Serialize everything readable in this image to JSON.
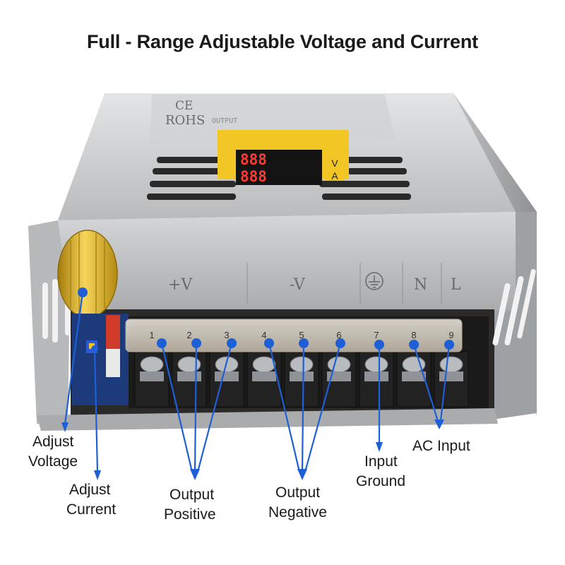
{
  "title": "Full - Range Adjustable Voltage and Current",
  "label_plate": {
    "ce": "CE",
    "rohs": "ROHS",
    "output": "OUTPUT"
  },
  "display": {
    "v_unit": "V",
    "a_unit": "A",
    "v_reading": "888",
    "a_reading": "888"
  },
  "panel_markings": [
    "+V",
    "-V",
    "N",
    "L"
  ],
  "terminals": [
    "1",
    "2",
    "3",
    "4",
    "5",
    "6",
    "7",
    "8",
    "9"
  ],
  "callouts": {
    "adjust_voltage": [
      "Adjust",
      "Voltage"
    ],
    "adjust_current": [
      "Adjust",
      "Current"
    ],
    "output_positive": [
      "Output",
      "Positive"
    ],
    "output_negative": [
      "Output",
      "Negative"
    ],
    "input_ground": [
      "Input",
      "Ground"
    ],
    "ac_input": [
      "AC Input"
    ]
  },
  "colors": {
    "callout": "#1f5fd6",
    "metal": "#c9cbcd",
    "knob": "#e7b825",
    "display_led": "#ff3b2f",
    "warning_label": "#f2c624"
  }
}
